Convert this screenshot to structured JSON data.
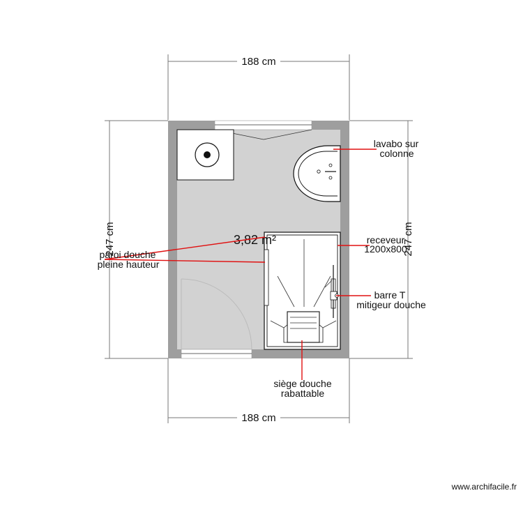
{
  "dimensions": {
    "top_width": "188 cm",
    "bottom_width": "188 cm",
    "left_height": "247 cm",
    "right_height": "247 cm"
  },
  "room": {
    "area": "3,82 m²"
  },
  "annotations": {
    "lavabo_line1": "lavabo sur",
    "lavabo_line2": "colonne",
    "receveur_line1": "receveur",
    "receveur_line2": "1200x800",
    "paroi_line1": "paroi douche",
    "paroi_line2": "pleine hauteur",
    "barre_line1": "barre T",
    "barre_line2": "mitigeur douche",
    "siege_line1": "siège douche",
    "siege_line2": "rabattable"
  },
  "footer": {
    "watermark": "www.archifacile.fr"
  },
  "colors": {
    "wall": "#9e9e9e",
    "floor": "#d2d2d2",
    "leader": "#e01010",
    "fixture": "#ffffff"
  }
}
